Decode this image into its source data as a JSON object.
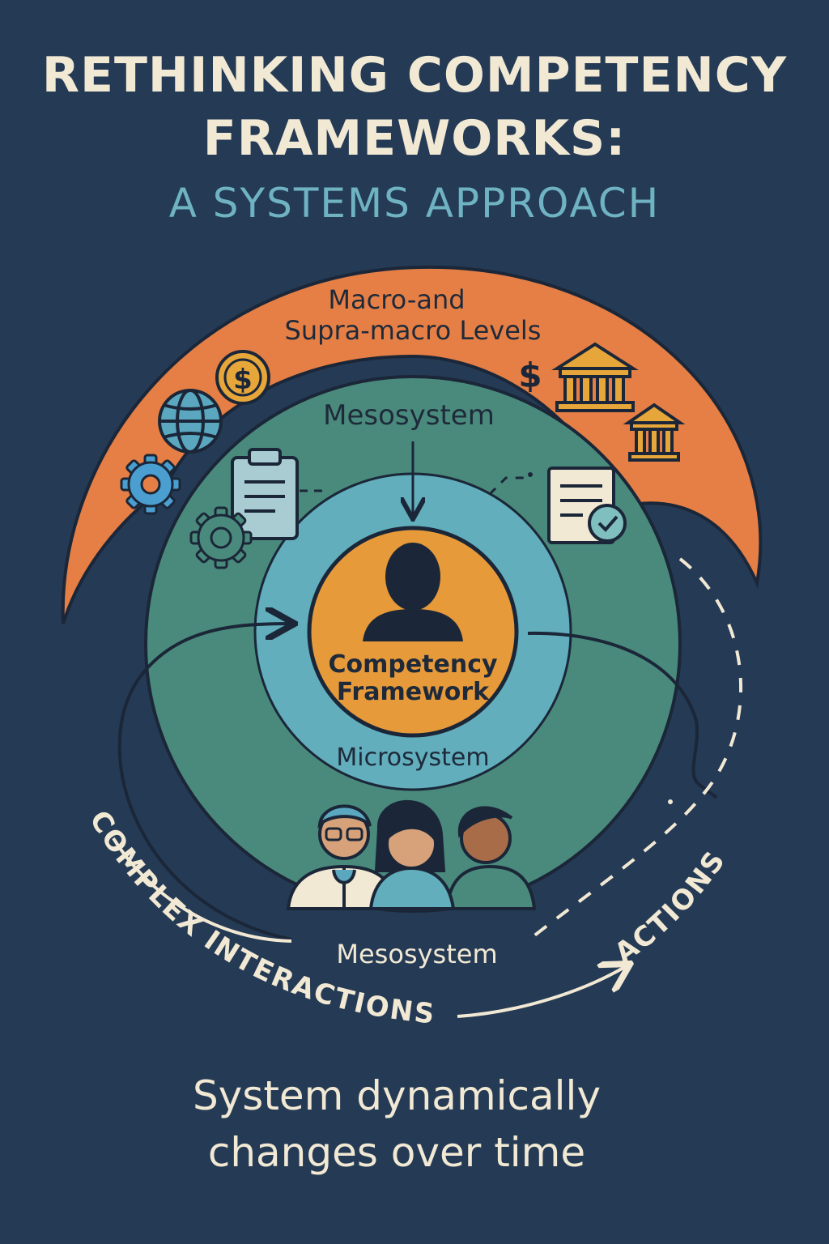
{
  "title": {
    "line1": "RETHINKING COMPETENCY",
    "line2": "FRAMEWORKS:",
    "subtitle": "A SYSTEMS APPROACH"
  },
  "levels": {
    "macro_line1": "Macro-and",
    "macro_line2": "Supra-macro Levels",
    "mesosystem_top": "Mesosystem",
    "center_line1": "Competency",
    "center_line2": "Framework",
    "microsystem": "Microsystem",
    "mesosystem_bottom": "Mesosystem"
  },
  "flows": {
    "complex_interactions": "COMPLEX INTERACTIONS",
    "actions": "ACTIONS"
  },
  "footer": {
    "line1": "System  dynamically",
    "line2": "changes over time"
  },
  "icons": {
    "dollar_symbol": "$"
  },
  "colors": {
    "background": "#243a55",
    "macro_arc": "#e57f45",
    "mesosystem": "#4a8a7c",
    "microsystem": "#62aebc",
    "center": "#e79a3a",
    "cream": "#f2e9d4"
  }
}
